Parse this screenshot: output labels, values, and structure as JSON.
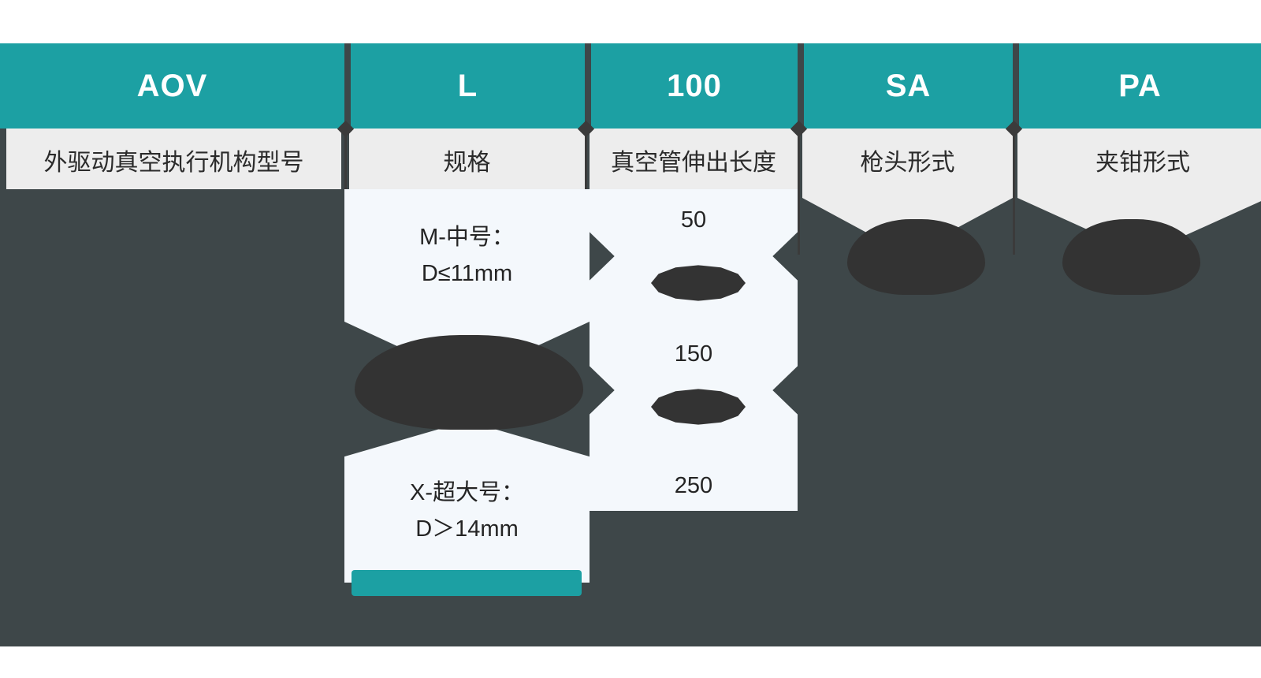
{
  "theme": {
    "accent": "#1CA0A3",
    "canvas": "#3E4749",
    "label_bg": "#EDEDED",
    "panel_bg": "#F4F8FC",
    "header_text": "#FFFFFF",
    "body_text": "#242424",
    "redaction": "#333333"
  },
  "diagram": {
    "type": "model-code-breakdown",
    "columns": [
      {
        "code": "AOV",
        "label": "外驱动真空执行机构型号",
        "options": []
      },
      {
        "code": "L",
        "label": "规格",
        "options": [
          {
            "line1": "M-中号：",
            "line2": "D≤11mm"
          },
          {
            "line1": "X-超大号：",
            "line2": "D＞14mm"
          }
        ]
      },
      {
        "code": "100",
        "label": "真空管伸出长度",
        "options": [
          {
            "value": "50"
          },
          {
            "value": "150"
          },
          {
            "value": "250"
          }
        ]
      },
      {
        "code": "SA",
        "label": "枪头形式",
        "options": []
      },
      {
        "code": "PA",
        "label": "夹钳形式",
        "options": []
      }
    ],
    "redactions": [
      {
        "name": "redaction-l-middle",
        "shape": "dome"
      },
      {
        "name": "redaction-l-bottom-bar",
        "shape": "bar",
        "color": "#1CA0A3"
      },
      {
        "name": "redaction-100-upper",
        "shape": "lens"
      },
      {
        "name": "redaction-100-lower",
        "shape": "lens"
      },
      {
        "name": "redaction-sa",
        "shape": "dome"
      },
      {
        "name": "redaction-pa",
        "shape": "dome"
      }
    ]
  }
}
